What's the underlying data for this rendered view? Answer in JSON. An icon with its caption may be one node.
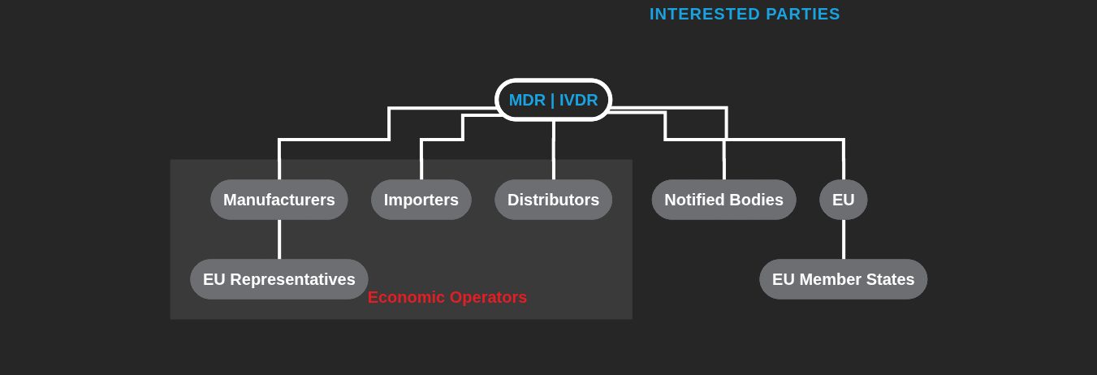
{
  "diagram": {
    "nodes": [
      {
        "text": [
          "MDR | IVDR"
        ]
      },
      {
        "text": [
          "EU"
        ]
      },
      {
        "text": [
          "Notified Bodies"
        ]
      },
      {
        "text": [
          "Economic Operators"
        ]
      },
      {
        "text": [
          "Manufacturers"
        ],
        "in": 3
      },
      {
        "text": [
          "Importers"
        ],
        "in": 3
      },
      {
        "text": [
          "Distributors"
        ],
        "in": 3
      },
      {
        "text": [
          "EU Member States"
        ]
      },
      {
        "text": [
          "EU Representatives"
        ],
        "in": 3
      }
    ],
    "edges": [
      {
        "from": 0,
        "to": 1,
        "arrow": "none"
      },
      {
        "from": 0,
        "to": 2,
        "arrow": "none"
      },
      {
        "from": 0,
        "to": 4,
        "arrow": "none"
      },
      {
        "from": 0,
        "to": 5,
        "arrow": "none"
      },
      {
        "from": 0,
        "to": 6,
        "arrow": "none"
      },
      {
        "from": 1,
        "to": 7,
        "arrow": "none"
      },
      {
        "from": 4,
        "to": 8,
        "arrow": "none"
      }
    ],
    "labels": [
      "INTERESTED PARTIES"
    ]
  }
}
